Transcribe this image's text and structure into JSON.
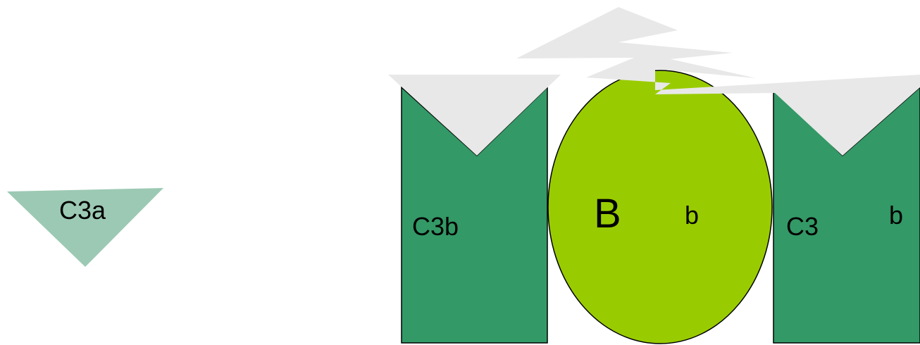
{
  "colors": {
    "fragment_c3a": "#9cc9b3",
    "fragment_c3b": "#339966",
    "factor_b_ellipse": "#99cc00",
    "cleavage_shape": "#e8e8e8",
    "outline": "#000000"
  },
  "labels": {
    "c3a": "C3a",
    "c3b": "C3b",
    "factor_b": "B",
    "factor_b_sub": "b",
    "c3": "C3",
    "c3_sub": "b"
  }
}
